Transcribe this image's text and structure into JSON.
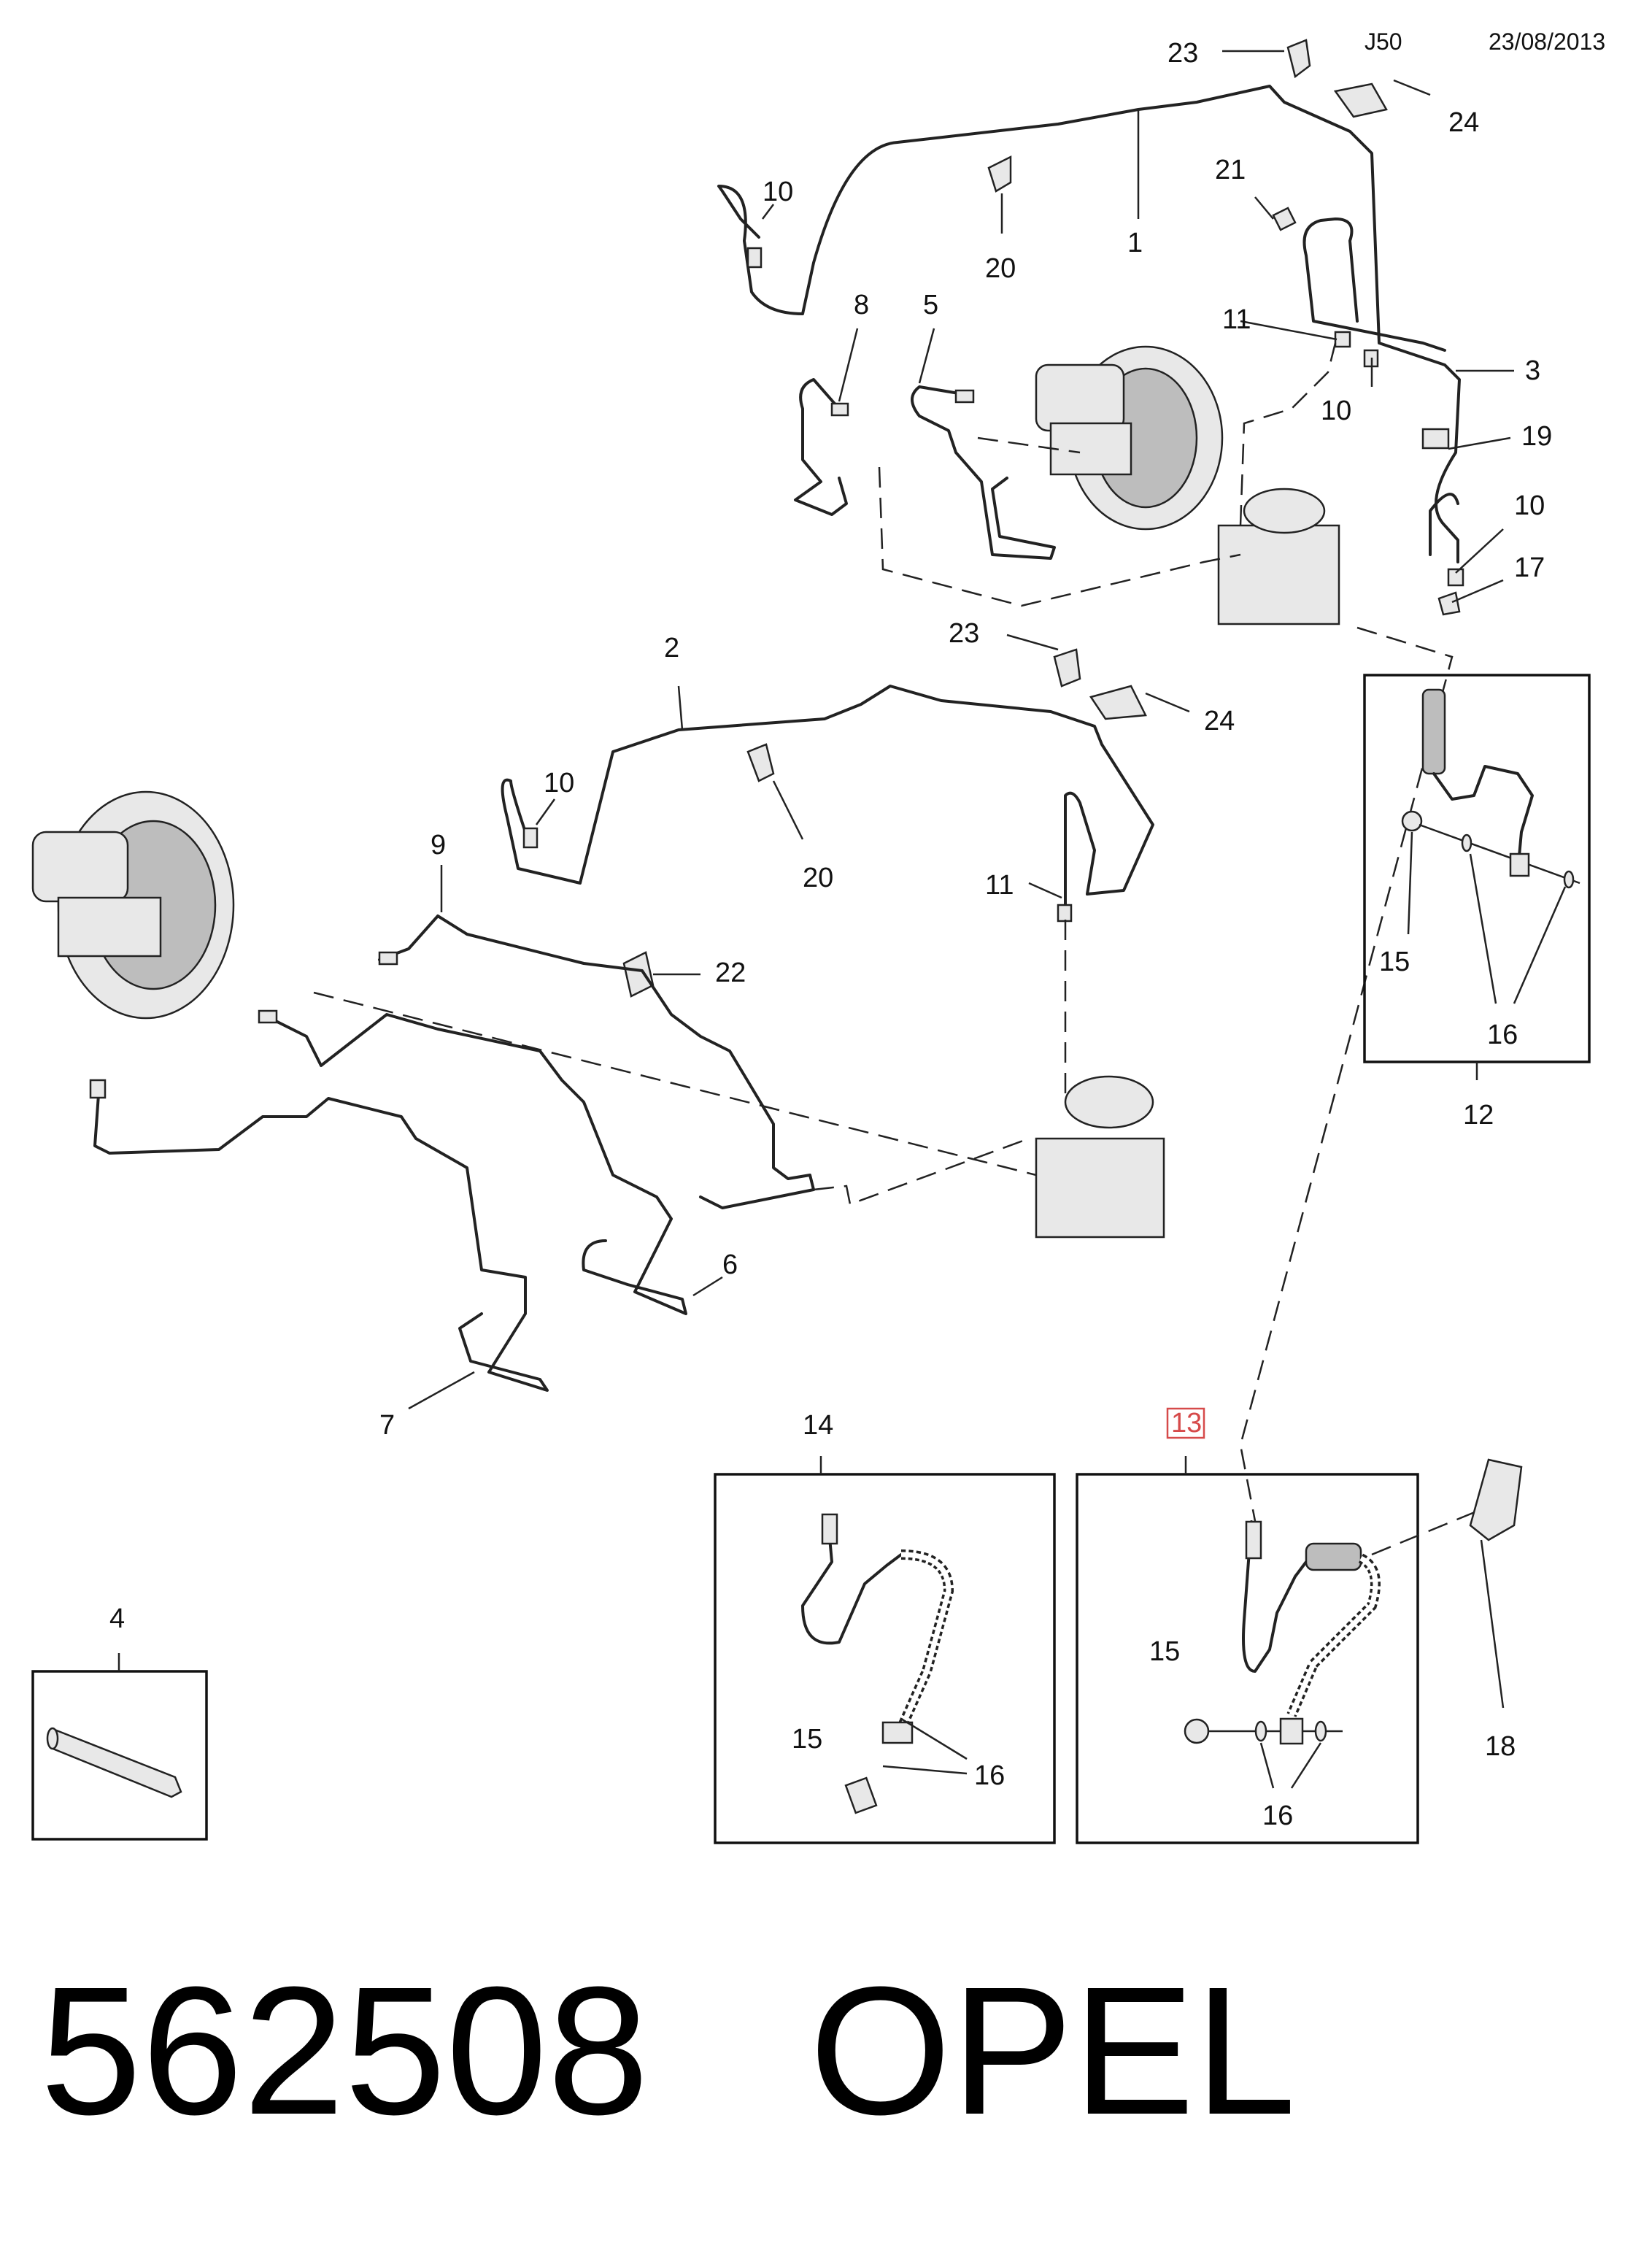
{
  "header": {
    "code": "J50",
    "date": "23/08/2013"
  },
  "callouts": {
    "c1": "1",
    "c2": "2",
    "c3": "3",
    "c4": "4",
    "c5": "5",
    "c6": "6",
    "c7": "7",
    "c8": "8",
    "c9": "9",
    "c10": "10",
    "c11": "11",
    "c12": "12",
    "c13": "13",
    "c14": "14",
    "c15": "15",
    "c16": "16",
    "c17": "17",
    "c18": "18",
    "c19": "19",
    "c20": "20",
    "c21": "21",
    "c22": "22",
    "c23": "23",
    "c24": "24"
  },
  "highlight_color": "#d64a4a",
  "footer": {
    "part_number": "562508",
    "brand": "OPEL"
  }
}
